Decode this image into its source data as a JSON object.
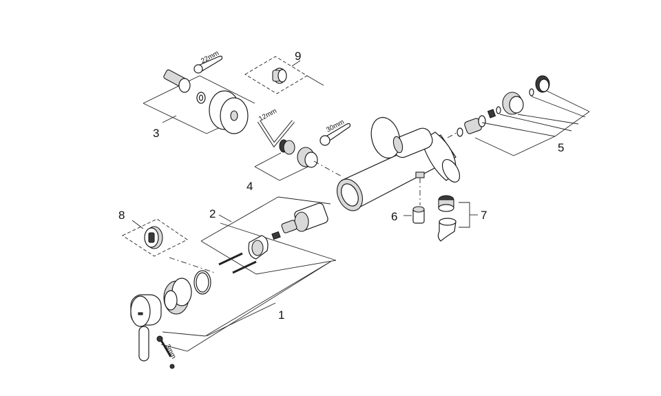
{
  "callouts": {
    "c1": "1",
    "c2": "2",
    "c3": "3",
    "c4": "4",
    "c5": "5",
    "c6": "6",
    "c7": "7",
    "c8": "8",
    "c9": "9"
  },
  "tools": {
    "wrench_22": "22mm",
    "hex_key_12": "12mm",
    "wrench_30": "30mm",
    "hex_key_3": "3mm"
  }
}
